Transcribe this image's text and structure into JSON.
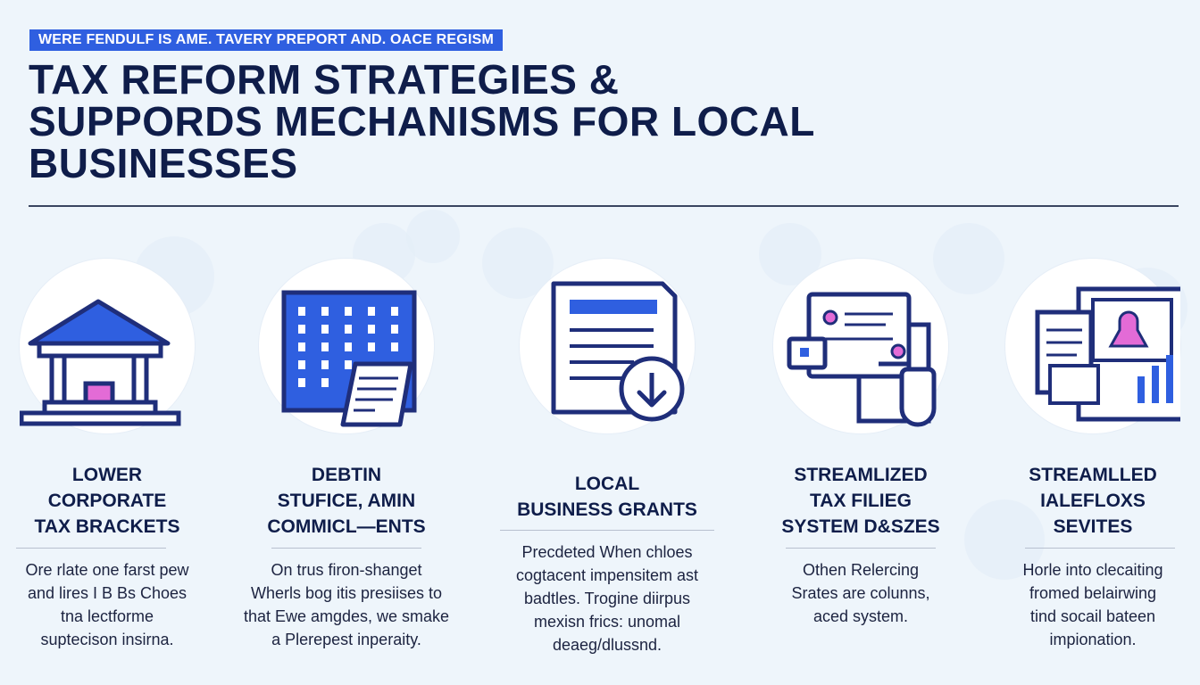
{
  "header": {
    "banner": "WERE FENDULF IS AME. TAVERY PREPORT AND. OACE REGISM",
    "title_lines": [
      "TAX REFORM STRATEGIES &",
      "SUPPORDS MECHANISMS FOR LOCAL",
      "BUSINESSES"
    ]
  },
  "columns": [
    {
      "icon": "bank-building-icon",
      "title_lines": [
        "LOWER",
        "CORPORATE",
        "TAX BRACKETS"
      ],
      "body_lines": [
        "Ore rlate one farst pew",
        "and lires I B Bs Choes",
        "tna lectforme",
        "suptecison insirna."
      ]
    },
    {
      "icon": "tax-table-document-icon",
      "title_lines": [
        "DEBTIN",
        "STUFICE, AMIN",
        "COMMICL—ENTS"
      ],
      "body_lines": [
        "On trus firon-shanget",
        "Wherls bog itis presiises to",
        "that Ewe amgdes, we smake",
        "a Plerepest inperaity."
      ]
    },
    {
      "icon": "document-download-icon",
      "title_lines": [
        "LOCAL",
        "BUSINESS GRANTS"
      ],
      "body_lines": [
        "Precdeted When chloes",
        "cogtacent impensitem ast",
        "badtles. Trogine diirpus",
        "mexisn frics: unomal",
        "deaeg/dlussnd."
      ]
    },
    {
      "icon": "filing-system-icon",
      "title_lines": [
        "STREAMLIZED",
        "TAX FILIEG",
        "SYSTEM D&SZES"
      ],
      "body_lines": [
        "Othen Relercing",
        "Srates are colunns,",
        "aced system."
      ]
    },
    {
      "icon": "dashboard-chart-icon",
      "title_lines": [
        "STREAMLLED",
        "IALEFLOXS",
        "SEVITES"
      ],
      "body_lines": [
        "Horle into clecaiting",
        "fromed belairwing",
        "tind socail bateen",
        "impionation."
      ]
    }
  ],
  "colors": {
    "navy": "#0f1d4a",
    "accent_blue": "#2f5fe0",
    "pink": "#e36bd6",
    "icon_stroke": "#1f2e7a"
  }
}
